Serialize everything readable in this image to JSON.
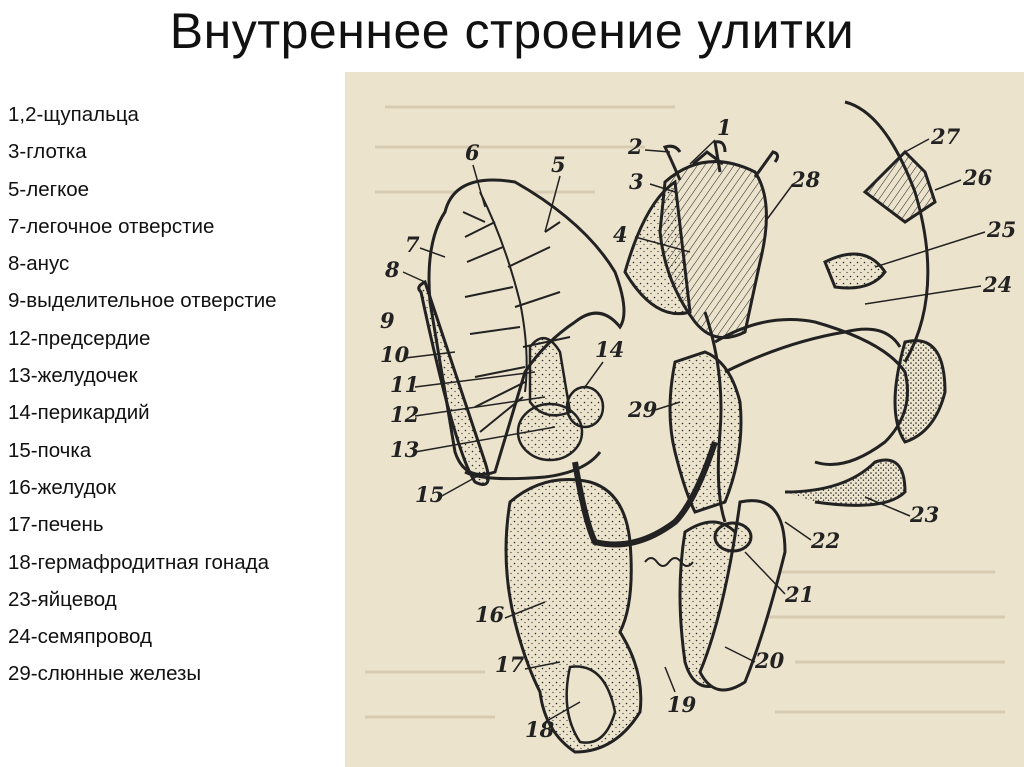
{
  "slide": {
    "title": "Внутреннее строение улитки"
  },
  "legend": [
    "1,2-щупальца",
    "3-глотка",
    "5-легкое",
    "7-легочное отверстие",
    "8-анус",
    "9-выделительное отверстие",
    "12-предсердие",
    "13-желудочек",
    "14-перикардий",
    "15-почка",
    "16-желудок",
    "17-печень",
    "18-гермафродитная гонада",
    "23-яйцевод",
    "24-семяпровод",
    "29-слюнные железы"
  ],
  "figure": {
    "numbers": [
      "1",
      "2",
      "3",
      "4",
      "5",
      "6",
      "7",
      "8",
      "9",
      "10",
      "11",
      "12",
      "13",
      "14",
      "15",
      "16",
      "17",
      "18",
      "19",
      "20",
      "21",
      "22",
      "23",
      "24",
      "25",
      "26",
      "27",
      "28",
      "29"
    ]
  },
  "colors": {
    "paper": "#ece3cd",
    "ink": "#222222"
  }
}
